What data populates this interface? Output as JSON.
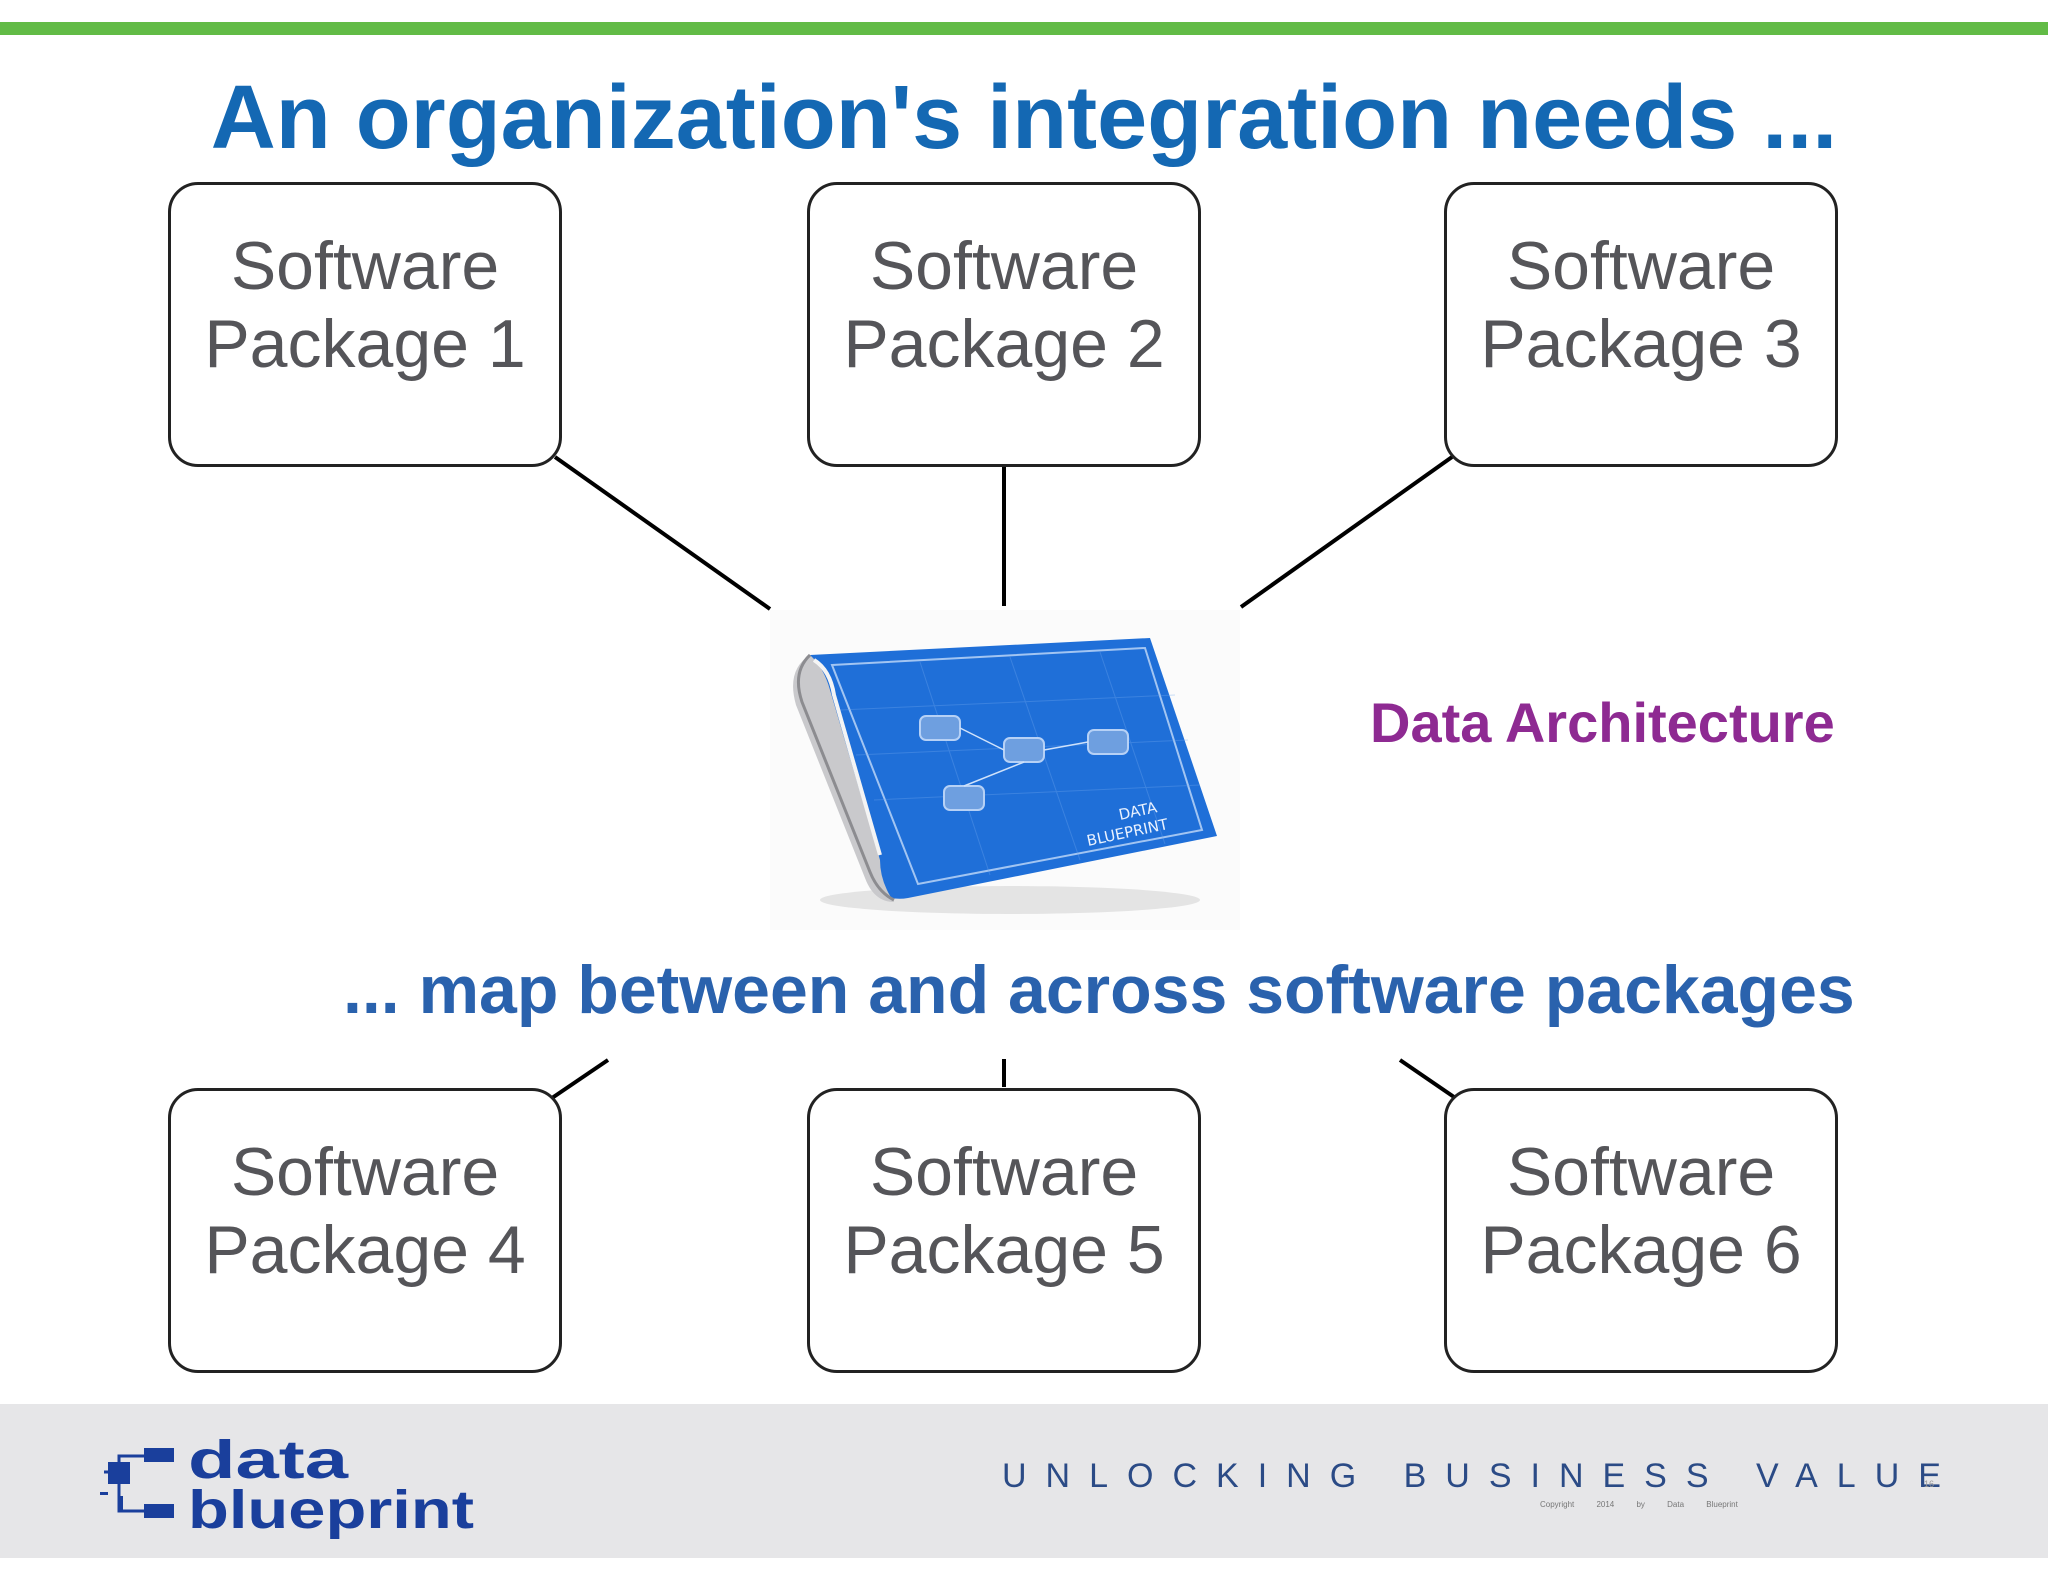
{
  "title": "An organization's integration needs ...",
  "subtitle": "... map between and across software packages",
  "packages": [
    {
      "label": "Software\nPackage 1"
    },
    {
      "label": "Software\nPackage 2"
    },
    {
      "label": "Software\nPackage 3"
    },
    {
      "label": "Software\nPackage 4"
    },
    {
      "label": "Software\nPackage 5"
    },
    {
      "label": "Software\nPackage 6"
    }
  ],
  "center": {
    "label": "Data Architecture",
    "image_text": "DATA BLUEPRINT",
    "icon": "blueprint-icon"
  },
  "footer": {
    "logo": "data blueprint",
    "tagline": "UNLOCKING BUSINESS VALUE",
    "copyright": "Copyright 2014 by Data Blueprint",
    "page_number": "16"
  },
  "colors": {
    "accent_bar": "#62bb46",
    "title": "#1468b3",
    "subtitle": "#2a62ad",
    "architecture_label": "#8e2a92",
    "blueprint": "#1f6fd8",
    "footer_bg": "#e6e6e8"
  }
}
